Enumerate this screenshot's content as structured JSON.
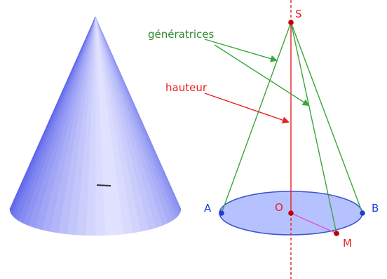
{
  "labels": {
    "generatrices": "génératrices",
    "hauteur": "hauteur",
    "S": "S",
    "A": "A",
    "B": "B",
    "O": "O",
    "M": "M"
  },
  "colors": {
    "cone_light": "#e2e4ff",
    "cone_dark": "#4d55e8",
    "generatrix": "#3aa53a",
    "height": "#e8201f",
    "base_fill": "#a9b7ff",
    "base_stroke": "#3b54d6",
    "point_red": "#c00000",
    "point_blue": "#1d3fd6",
    "radius": "#e055c8",
    "label_blue": "#1d3fd6",
    "label_green": "#2e8b2e",
    "label_red": "#e8201f"
  }
}
